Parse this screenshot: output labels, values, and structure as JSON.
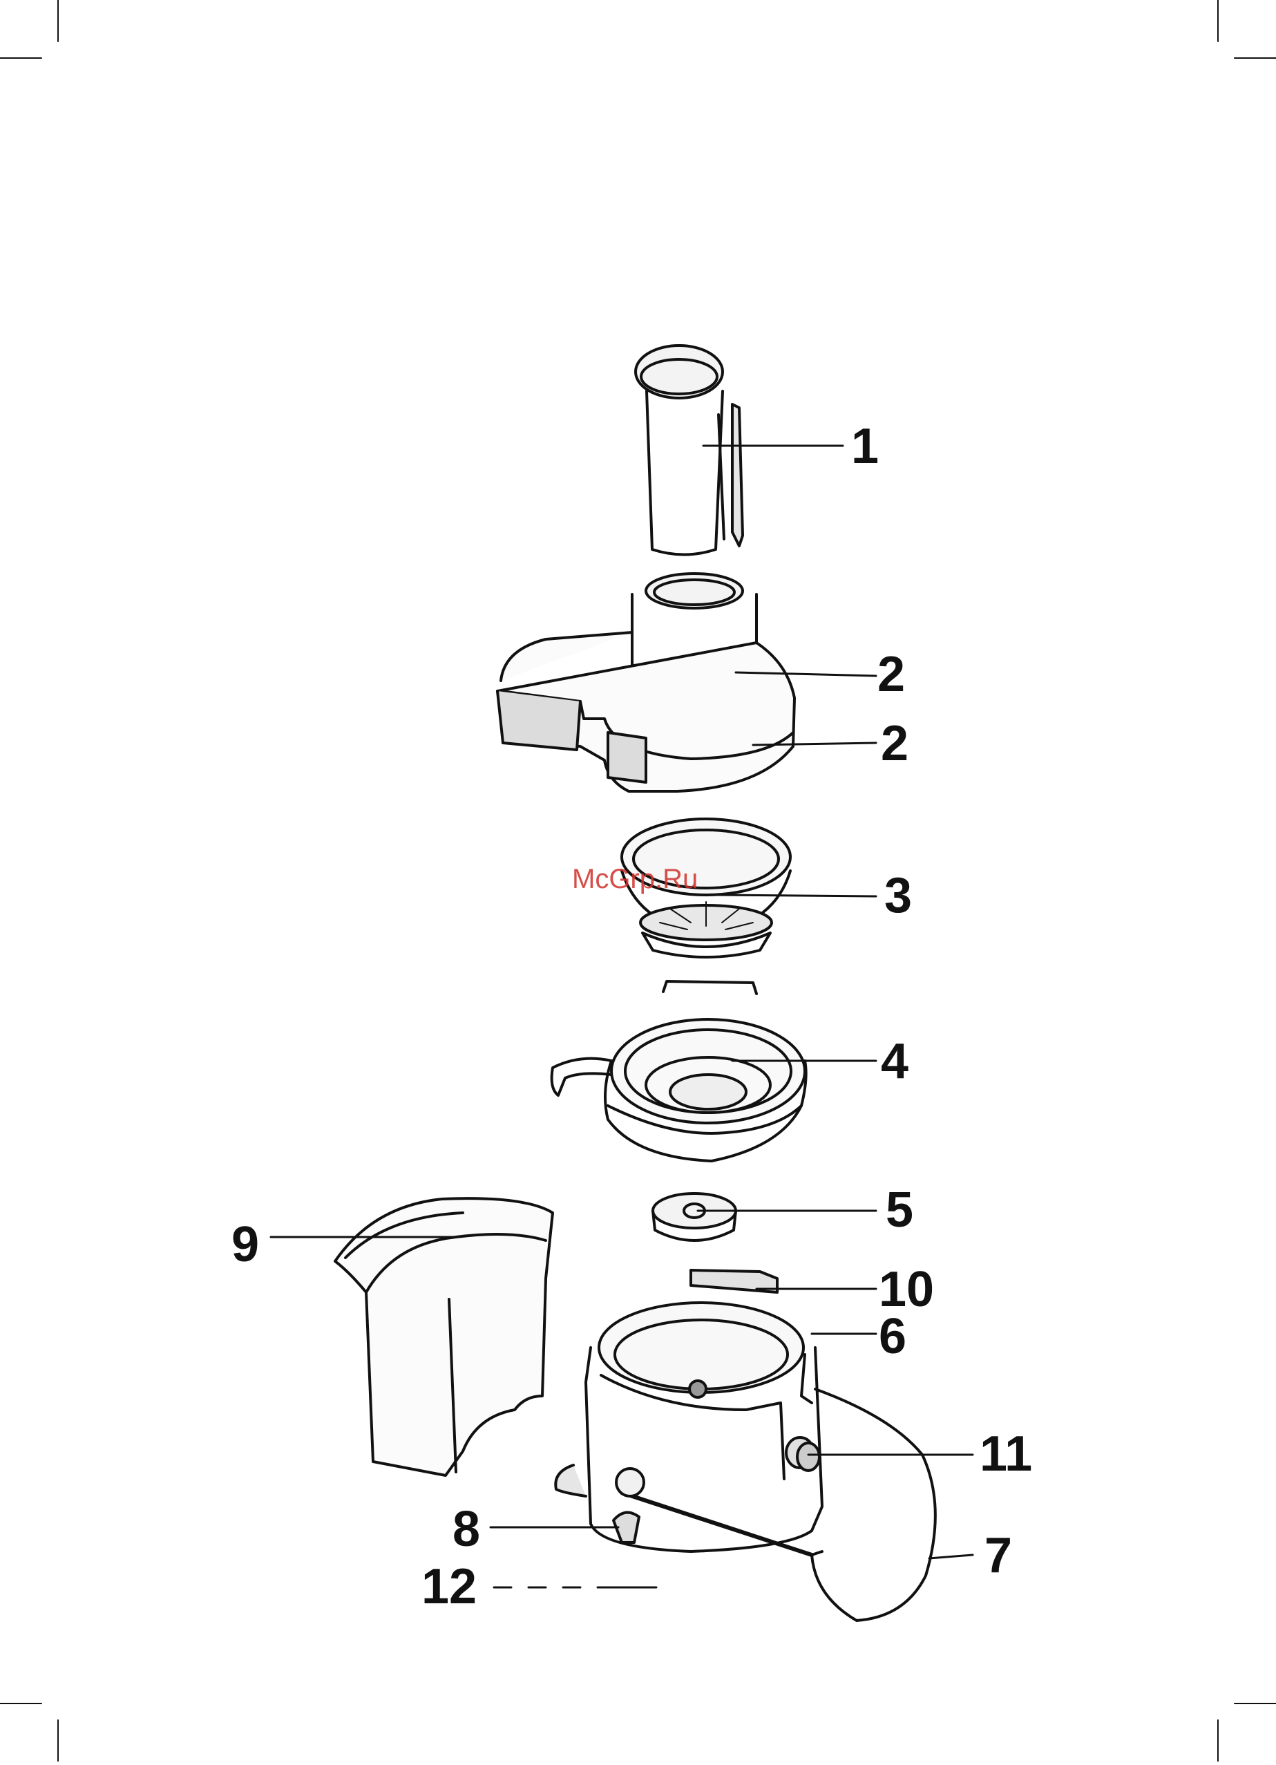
{
  "watermark": "McGrp.Ru",
  "callouts": {
    "c1": "1",
    "c2a": "2",
    "c2b": "2",
    "c3": "3",
    "c4": "4",
    "c5": "5",
    "c6": "6",
    "c7": "7",
    "c8": "8",
    "c9": "9",
    "c10": "10",
    "c11": "11",
    "c12": "12"
  },
  "colors": {
    "ink": "#111111",
    "watermark": "#d0302a"
  }
}
